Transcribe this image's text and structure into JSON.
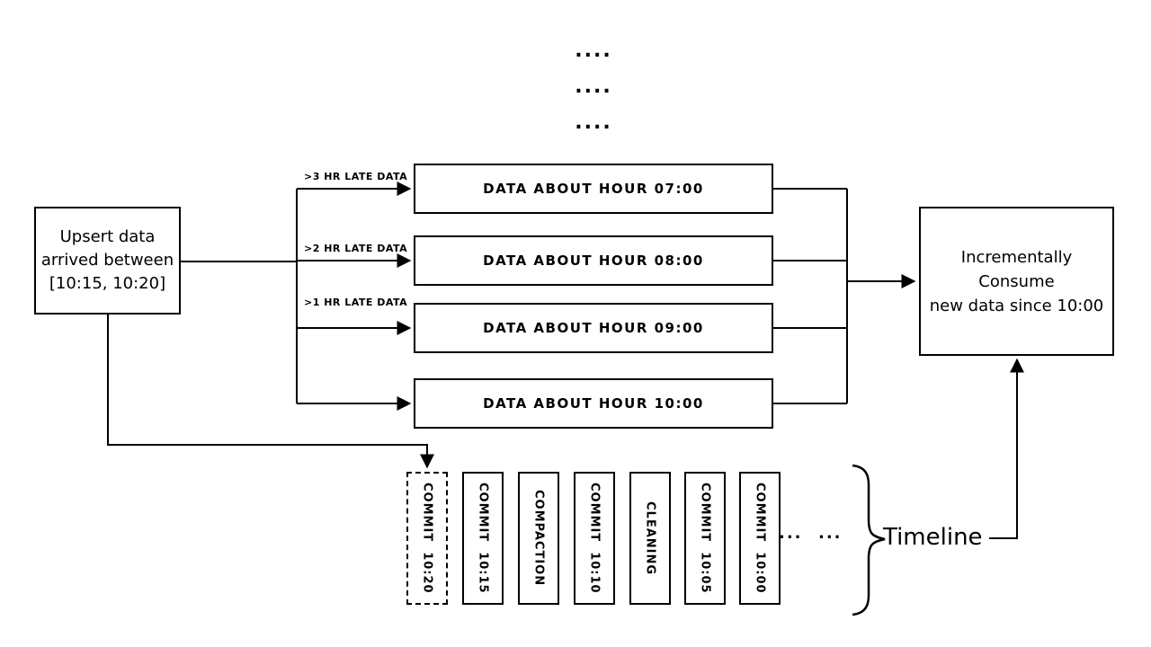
{
  "top_dots": [
    "....",
    "....",
    "...."
  ],
  "upsert_box": {
    "lines": [
      "Upsert data",
      "arrived between",
      "[10:15, 10:20]"
    ]
  },
  "late_labels": [
    ">3 HR LATE DATA",
    ">2 HR LATE DATA",
    ">1 HR LATE DATA"
  ],
  "data_boxes": [
    "DATA ABOUT HOUR 07:00",
    "DATA ABOUT HOUR 08:00",
    "DATA ABOUT HOUR 09:00",
    "DATA ABOUT HOUR 10:00"
  ],
  "consume_box": {
    "lines": [
      "Incrementally Consume",
      "new data since 10:00"
    ]
  },
  "timeline": {
    "commits": [
      {
        "label": "COMMIT  10:20",
        "style": "dashed"
      },
      {
        "label": "COMMIT  10:15",
        "style": "solid"
      },
      {
        "label": "COMPACTION",
        "style": "solid"
      },
      {
        "label": "COMMIT  10:10",
        "style": "solid"
      },
      {
        "label": "CLEANING",
        "style": "solid"
      },
      {
        "label": "COMMIT  10:05",
        "style": "solid"
      },
      {
        "label": "COMMIT  10:00",
        "style": "solid"
      }
    ],
    "ellipsis_groups": [
      "...",
      "..."
    ],
    "brace_label": "Timeline"
  }
}
